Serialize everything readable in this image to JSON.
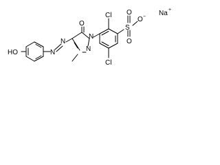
{
  "atoms": {
    "hydroxyl": "HO",
    "azo_n1": "N",
    "azo_n2": "N",
    "carbonyl_o": "O",
    "ring_n1": "N",
    "ring_n2": "N",
    "methyl": "",
    "chloro_top": "Cl",
    "chloro_bottom": "Cl",
    "sulfur": "S",
    "sulfonyl_o_top": "O",
    "sulfonyl_o_bottom": "O",
    "sulfonate_o": "O",
    "sulfonate_charge": "−",
    "sodium": "Na",
    "sodium_charge": "+"
  }
}
